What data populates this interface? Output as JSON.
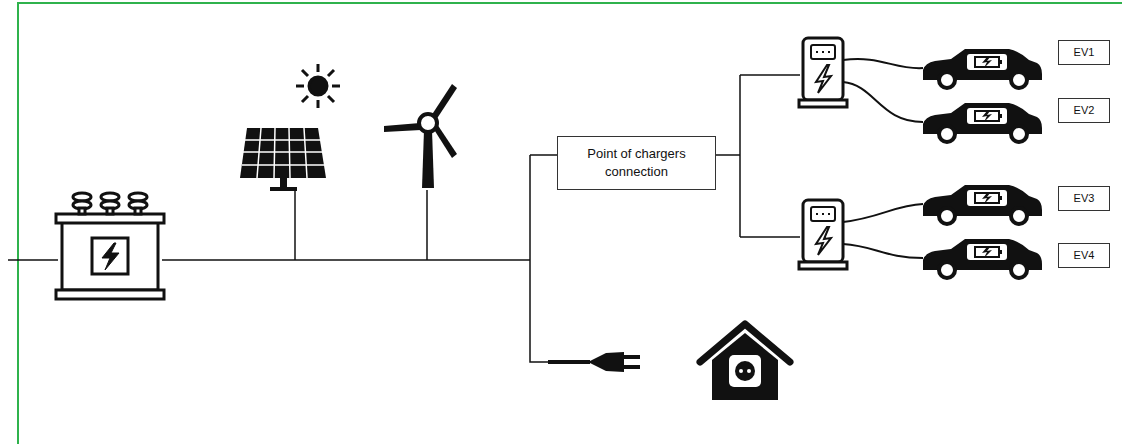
{
  "diagram": {
    "nodes": [
      {
        "text": [
          "Point of chargers connection"
        ]
      },
      {
        "text": [
          "EV1"
        ]
      },
      {
        "text": [
          "EV2"
        ]
      },
      {
        "text": [
          "EV3"
        ]
      },
      {
        "text": [
          "EV4"
        ]
      }
    ]
  }
}
